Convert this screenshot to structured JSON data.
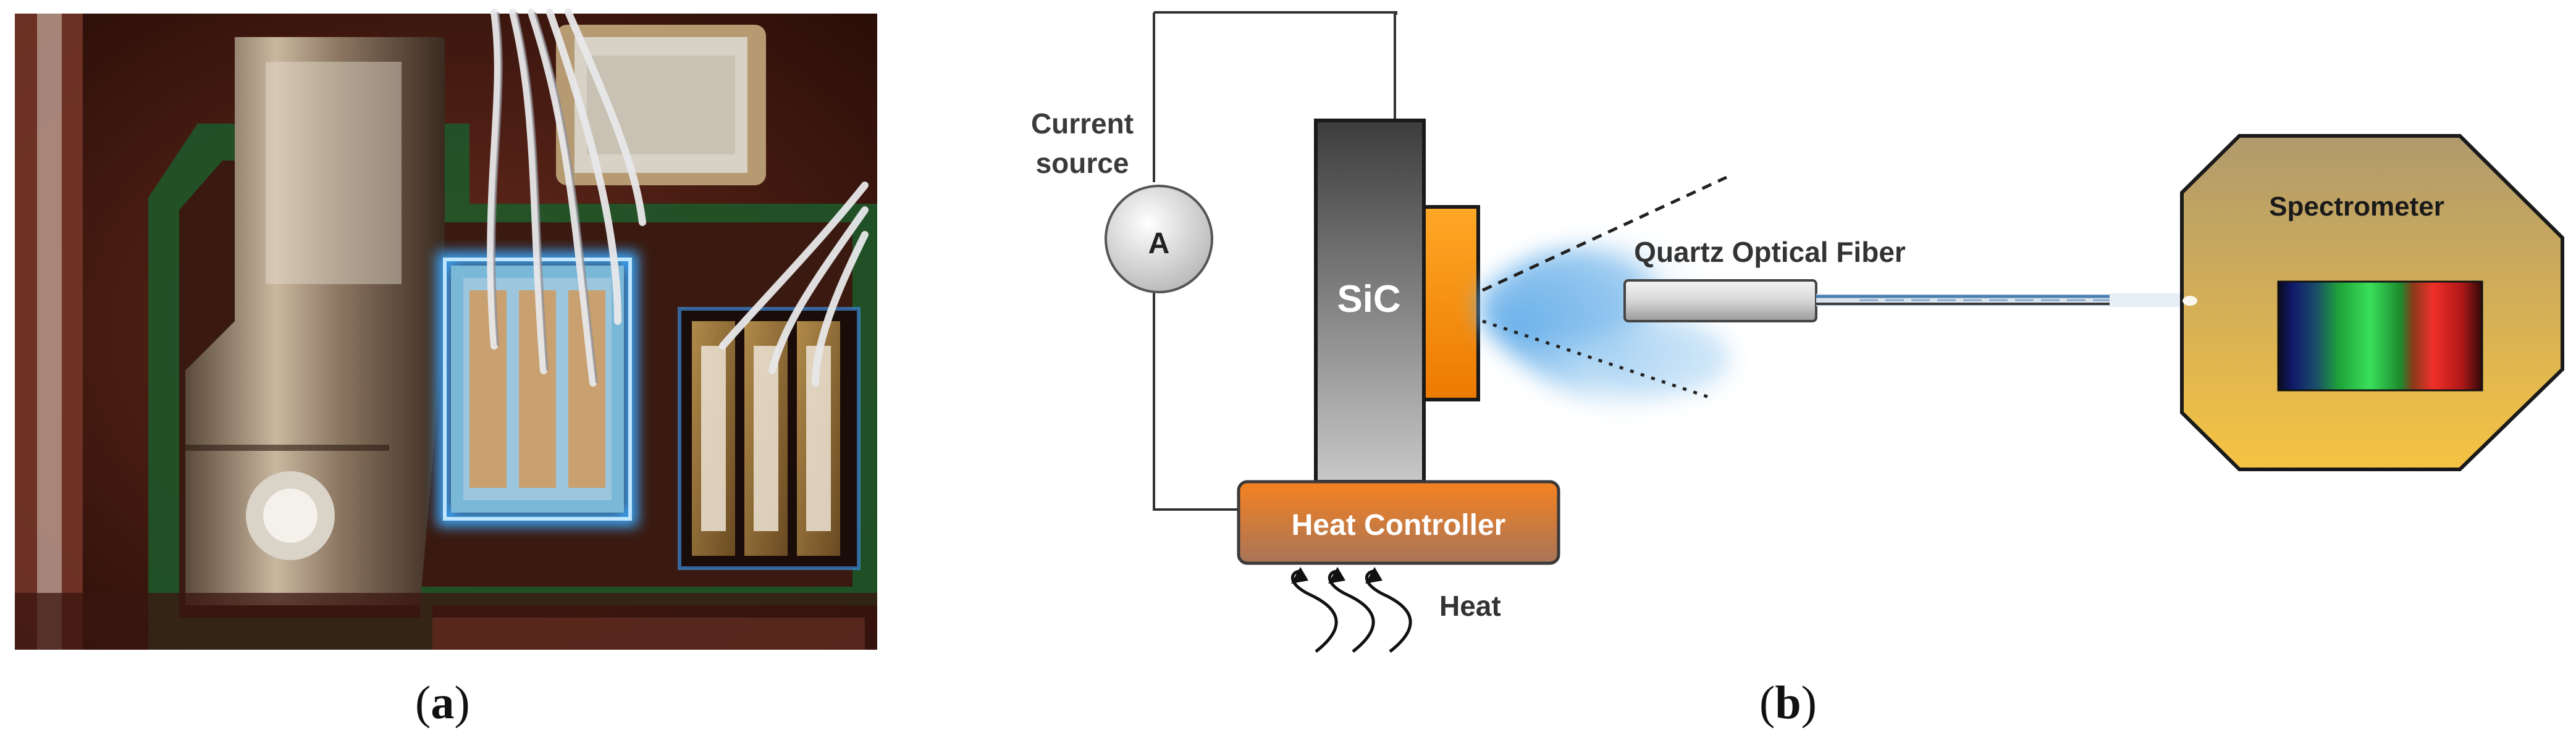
{
  "panel_a": {
    "caption_open": "(",
    "caption_letter": "a",
    "caption_close": ")"
  },
  "panel_b": {
    "caption_open": "(",
    "caption_letter": "b",
    "caption_close": ")",
    "current_source_line1": "Current",
    "current_source_line2": "source",
    "ammeter_symbol": "A",
    "sic_label": "SiC",
    "heat_controller_label": "Heat Controller",
    "heat_label": "Heat",
    "fiber_label": "Quartz Optical Fiber",
    "spectrometer_label": "Spectrometer"
  },
  "colors": {
    "sic_dark": "#3c3c3c",
    "sic_light": "#c8c8c8",
    "orange": "#f7941d",
    "heat_controller_top": "#f58220",
    "heat_controller_bottom": "#a87458",
    "spectrometer_top": "#b09a6c",
    "spectrometer_bottom": "#f6c342",
    "glow_blue": "#5ab4ff",
    "pcb_green": "#1c5a2a",
    "board_brown": "#5a2418"
  },
  "icons": [
    "ammeter-icon",
    "heat-arrow-icon",
    "spectrum-icon",
    "light-emission-cone-icon"
  ]
}
